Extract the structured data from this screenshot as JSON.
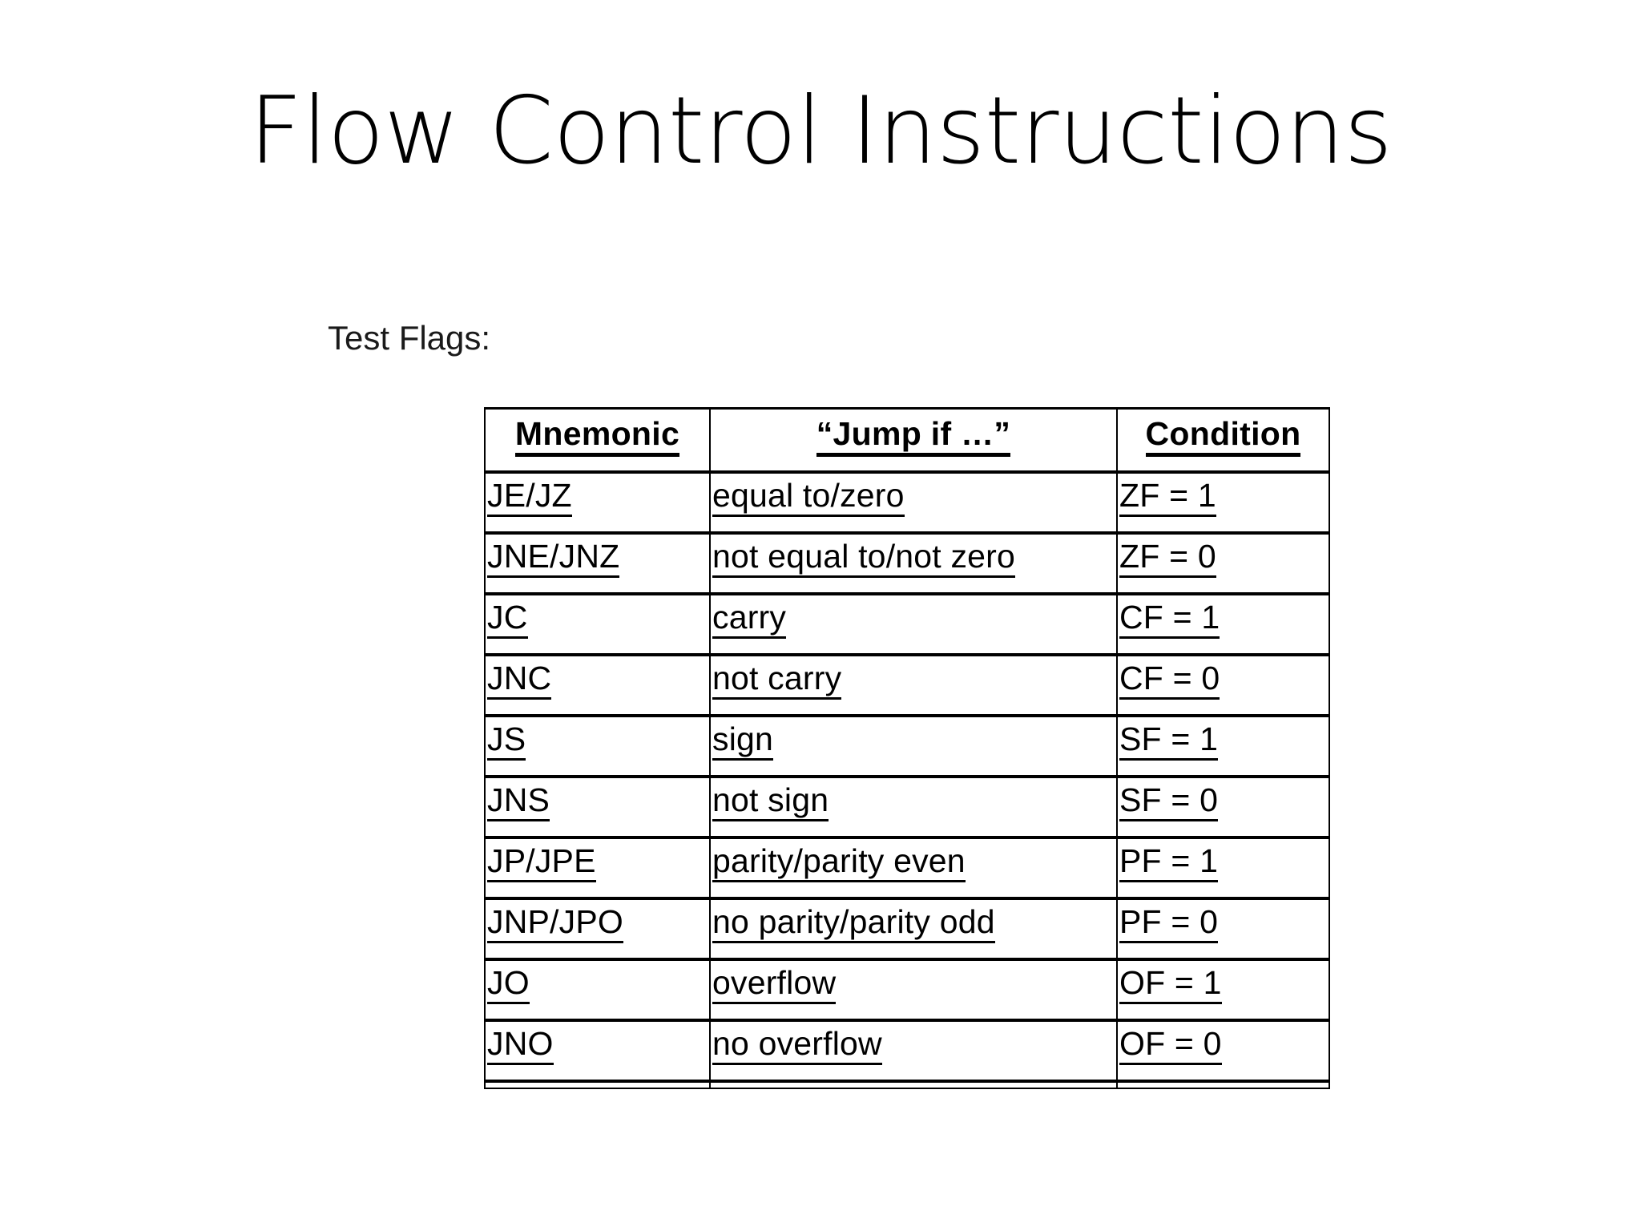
{
  "slide": {
    "title": "Flow Control Instructions",
    "caption": "Test Flags:",
    "background_color": "#ffffff",
    "text_color": "#000000"
  },
  "table": {
    "name": "test-flags-jump-conditions",
    "border_color": "#000000",
    "columns": [
      "Mnemonic",
      "“Jump if …”",
      "Condition"
    ],
    "rows": [
      {
        "mnemonic": "JE/JZ",
        "jump_if": "equal to/zero",
        "condition": "ZF = 1"
      },
      {
        "mnemonic": "JNE/JNZ",
        "jump_if": "not equal to/not zero",
        "condition": "ZF = 0"
      },
      {
        "mnemonic": "JC",
        "jump_if": "carry",
        "condition": "CF = 1"
      },
      {
        "mnemonic": "JNC",
        "jump_if": "not carry",
        "condition": "CF = 0"
      },
      {
        "mnemonic": "JS",
        "jump_if": "sign",
        "condition": "SF = 1"
      },
      {
        "mnemonic": "JNS",
        "jump_if": "not sign",
        "condition": "SF = 0"
      },
      {
        "mnemonic": "JP/JPE",
        "jump_if": "parity/parity even",
        "condition": "PF = 1"
      },
      {
        "mnemonic": "JNP/JPO",
        "jump_if": "no parity/parity odd",
        "condition": "PF = 0"
      },
      {
        "mnemonic": "JO",
        "jump_if": "overflow",
        "condition": "OF = 1"
      },
      {
        "mnemonic": "JNO",
        "jump_if": "no overflow",
        "condition": "OF = 0"
      }
    ]
  }
}
